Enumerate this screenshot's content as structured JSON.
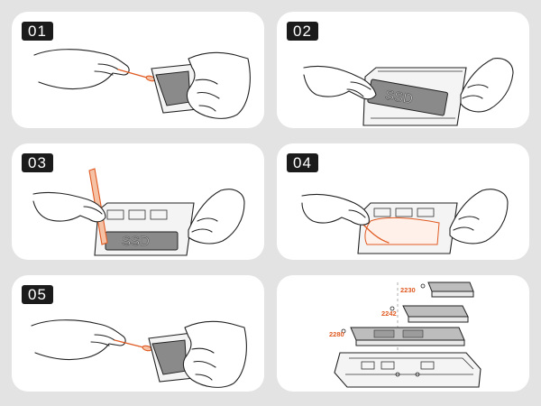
{
  "steps": [
    {
      "number": "01"
    },
    {
      "number": "02",
      "ssd_label": "SSD"
    },
    {
      "number": "03",
      "ssd_label": "SSD"
    },
    {
      "number": "04"
    },
    {
      "number": "05"
    }
  ],
  "sizes": {
    "size_2230": "2230",
    "size_2242": "2242",
    "size_2280": "2280"
  },
  "colors": {
    "background": "#e3e3e3",
    "card": "#ffffff",
    "badge": "#1b1b1b",
    "accent": "#e05a22",
    "accent_light": "#f6c2a6",
    "ssd": "#8a8a8a"
  }
}
